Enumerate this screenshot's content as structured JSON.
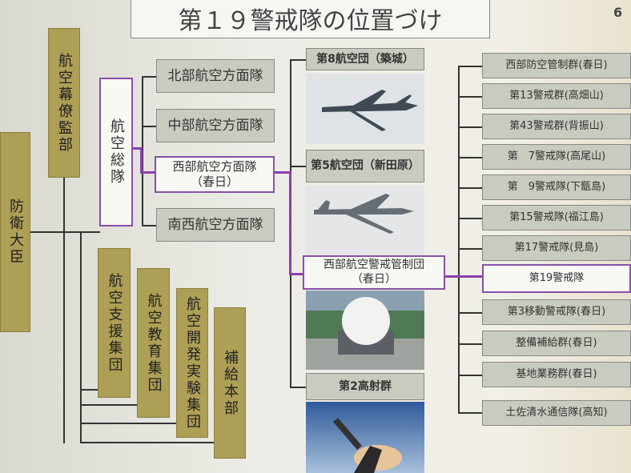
{
  "title": "第１９警戒隊の位置づけ",
  "page_number": "6",
  "minister": "防衛大臣",
  "air_staff_office": "航空幕僚監部",
  "air_defense_command": "航空総隊",
  "air_forces": [
    "北部航空方面隊",
    "中部航空方面隊",
    "南西航空方面隊"
  ],
  "western_air_force": {
    "line1": "西部航空方面隊",
    "line2": "（春日）"
  },
  "other_commands": [
    "航空支援集団",
    "航空教育集団",
    "航空開発実験集団",
    "補給本部"
  ],
  "middle_units": {
    "wing8": "第8航空団（築城）",
    "wing5": "第5航空団（新田原）",
    "acw_line1": "西部航空警戒管制団",
    "acw_line2": "（春日）",
    "sam2": "第2高射群"
  },
  "right_units": [
    "西部防空管制群(春日)",
    "第13警戒群(高畑山)",
    "第43警戒群(背振山)",
    "第　7警戒隊(高尾山)",
    "第　9警戒隊(下甑島)",
    "第15警戒隊(福江島)",
    "第17警戒隊(見島)",
    "第19警戒隊",
    "第3移動警戒隊(春日)",
    "整備補給群(春日)",
    "基地業務群(春日)",
    "土佐清水通信隊(高知)"
  ],
  "highlight_color": "#8a3fb0"
}
